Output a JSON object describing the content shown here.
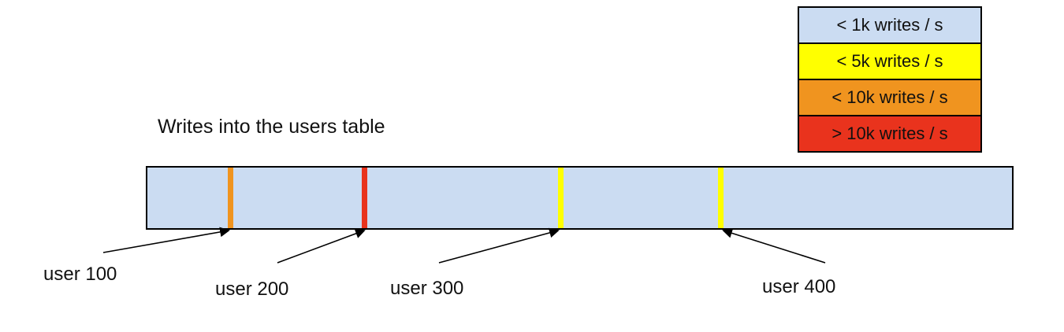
{
  "title": "Writes into the users table",
  "legend": {
    "items": [
      {
        "label": "< 1k writes / s",
        "color": "#cbdcf2"
      },
      {
        "label": "< 5k writes / s",
        "color": "#ffff00"
      },
      {
        "label": "< 10k writes / s",
        "color": "#f0941f"
      },
      {
        "label": "> 10k writes / s",
        "color": "#e9331d"
      }
    ]
  },
  "bar": {
    "fill": "#cbdcf2",
    "border_color": "#000000",
    "markers": [
      {
        "user": "user 100",
        "color": "#f0941f",
        "rate": "< 10k writes / s"
      },
      {
        "user": "user 200",
        "color": "#e9331d",
        "rate": "> 10k writes / s"
      },
      {
        "user": "user 300",
        "color": "#ffff00",
        "rate": "< 5k writes / s"
      },
      {
        "user": "user 400",
        "color": "#ffff00",
        "rate": "< 5k writes / s"
      }
    ]
  }
}
